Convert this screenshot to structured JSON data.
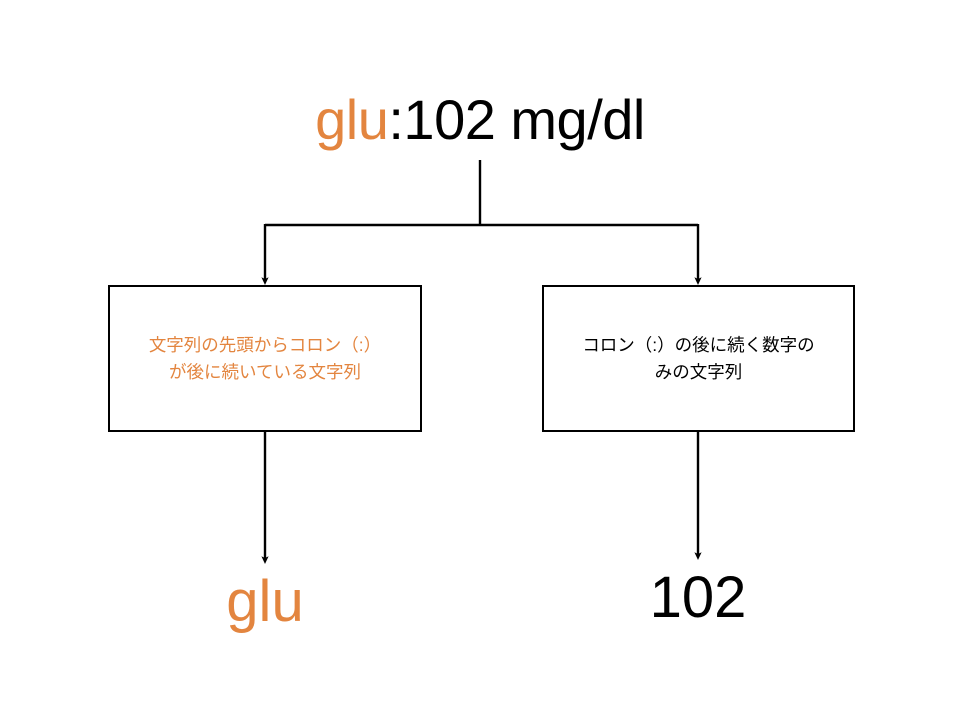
{
  "slide": {
    "background_color": "#FFFFFF",
    "accent_color": "#E3853F",
    "text_color": "#000000",
    "line_color": "#000000"
  },
  "title": {
    "full_text": "glu:102 mg/dl",
    "key_part": "glu",
    "rest_part": ":102 mg/dl"
  },
  "boxes": {
    "left": {
      "text": "文字列の先頭からコロン（:）\nが後に続いている文字列",
      "line1": "文字列の先頭からコロン（:）",
      "line2": "が後に続いている文字列",
      "color": "#E3853F"
    },
    "right": {
      "text": "コロン（:）の後に続く数字の\nみの文字列",
      "line1": "コロン（:）の後に続く数字の",
      "line2": "みの文字列",
      "color": "#000000"
    }
  },
  "results": {
    "left": {
      "value": "glu",
      "color": "#E3853F"
    },
    "right": {
      "value": "102",
      "color": "#000000"
    }
  }
}
